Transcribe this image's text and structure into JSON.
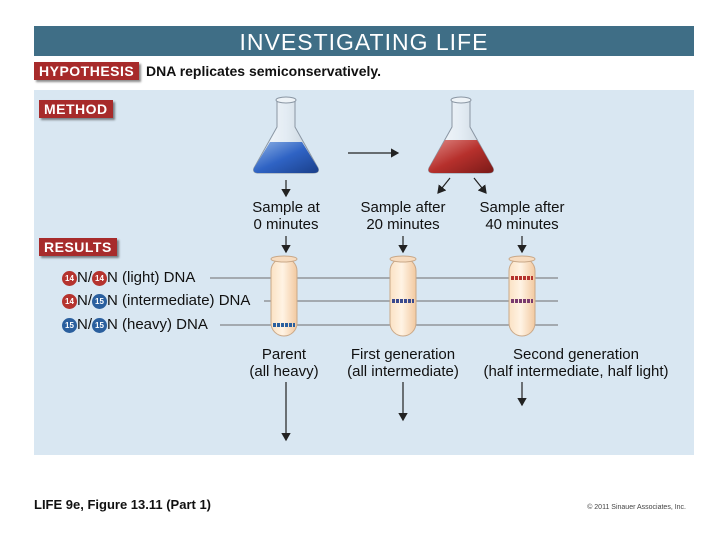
{
  "banner": {
    "title": "INVESTIGATING LIFE"
  },
  "hypothesis": {
    "tag": "HYPOTHESIS",
    "text": "DNA replicates semiconservatively."
  },
  "method": {
    "tag": "METHOD"
  },
  "results": {
    "tag": "RESULTS"
  },
  "samples": [
    {
      "line1": "Sample at",
      "line2": "0 minutes"
    },
    {
      "line1": "Sample after",
      "line2": "20 minutes"
    },
    {
      "line1": "Sample after",
      "line2": "40 minutes"
    }
  ],
  "legend": [
    {
      "a": "14",
      "b": "14",
      "text": "N (light) DNA"
    },
    {
      "a": "14",
      "b": "15",
      "text": "N (intermediate) DNA"
    },
    {
      "a": "15",
      "b": "15",
      "text": "N (heavy) DNA"
    }
  ],
  "legend_prefix": "N/",
  "tubes": [
    {
      "line1": "Parent",
      "line2": "(all heavy)"
    },
    {
      "line1": "First generation",
      "line2": "(all intermediate)"
    },
    {
      "line1": "Second generation",
      "line2": "(half intermediate, half light)"
    }
  ],
  "footer": {
    "left": "LIFE 9e, Figure 13.11 (Part 1)",
    "right": "© 2011 Sinauer Associates, Inc."
  },
  "colors": {
    "banner": "#3f6e86",
    "panel": "#d9e7f2",
    "tag": "#a72b2b",
    "heavy_band": "#2a5f9e",
    "light_band": "#b5332e"
  }
}
